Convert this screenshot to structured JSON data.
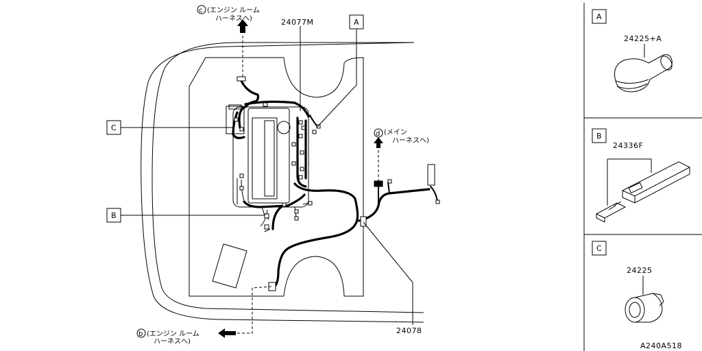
{
  "parts": {
    "harness_main": "24077M",
    "harness_sub": "24078"
  },
  "callouts": {
    "a": "A",
    "b": "B",
    "c": "C"
  },
  "connections": {
    "c": {
      "letter": "c",
      "line1": "(エンジン ルーム",
      "line2": "ハーネスへ)"
    },
    "d": {
      "letter": "d",
      "line1": "(メイン",
      "line2": "ハーネスへ)"
    },
    "b": {
      "letter": "b",
      "line1": "(エンジン ルーム",
      "line2": "ハーネスへ)"
    }
  },
  "details": {
    "a": {
      "letter": "A",
      "part": "24225+A"
    },
    "b": {
      "letter": "B",
      "part": "24336F"
    },
    "c": {
      "letter": "C",
      "part": "24225"
    }
  },
  "figure_id": "A240A518",
  "colors": {
    "line": "#000000",
    "background": "#ffffff"
  }
}
